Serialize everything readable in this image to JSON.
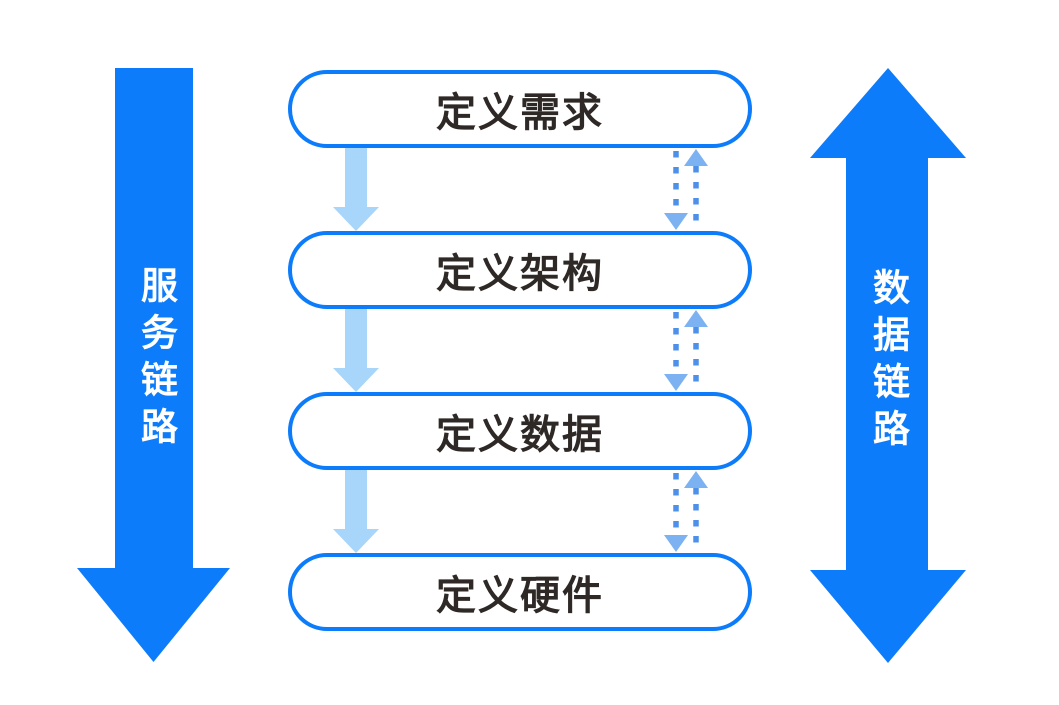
{
  "diagram": {
    "background_color": "#ffffff",
    "left_arrow": {
      "label": "服务链路",
      "direction": "down",
      "color": "#0d7cfa"
    },
    "right_arrow": {
      "label": "数据链路",
      "direction": "bidirectional",
      "color": "#0d7cfa"
    },
    "boxes": [
      {
        "label": "定义需求"
      },
      {
        "label": "定义架构"
      },
      {
        "label": "定义数据"
      },
      {
        "label": "定义硬件"
      }
    ],
    "flow_arrows": {
      "solid_down_count": 3,
      "dashed_feedback_pair_count": 3,
      "solid_color": "#a8d5fa",
      "dashed_line_color": "#4d90ea",
      "dashed_head_color": "#7cb2f2"
    },
    "colors": {
      "primary_blue": "#0d7cfa",
      "box_border": "#0d7cfa",
      "box_text": "#2e2926",
      "label_text": "#ffffff"
    }
  }
}
